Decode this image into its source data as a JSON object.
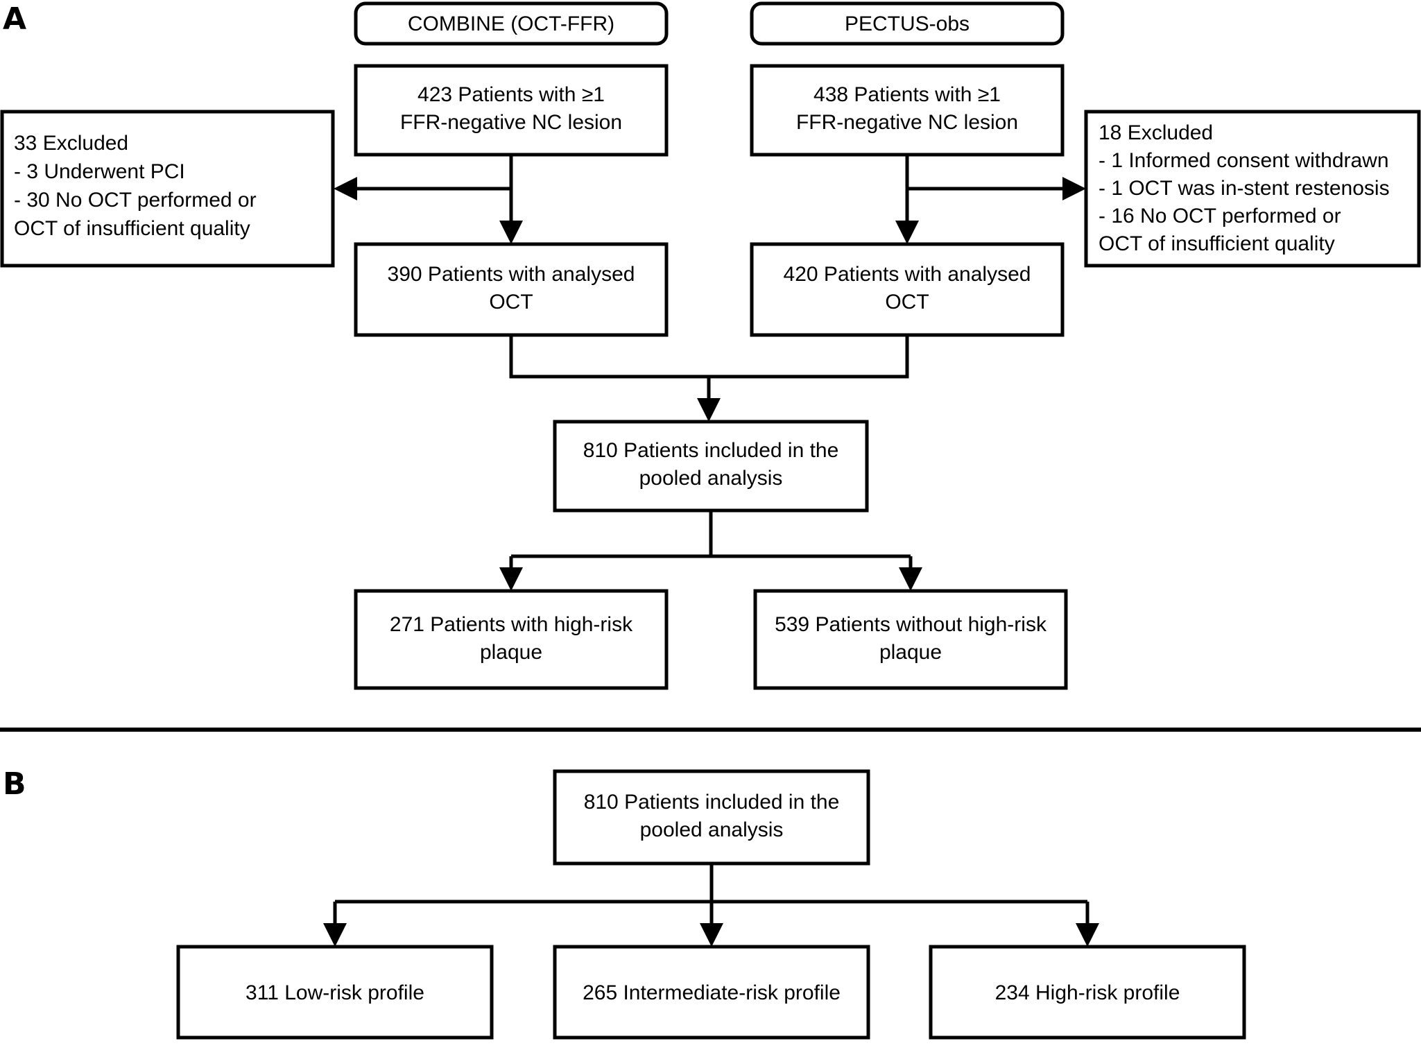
{
  "figure": {
    "panels": [
      {
        "letter": "A",
        "nodes": [
          {
            "id": "combine-study",
            "lines": [
              "COMBINE (OCT-FFR)"
            ]
          },
          {
            "id": "pectus-study",
            "lines": [
              "PECTUS-obs"
            ]
          },
          {
            "id": "combine-enrolled",
            "lines": [
              "423 Patients with ≥1",
              "FFR-negative NC lesion"
            ]
          },
          {
            "id": "pectus-enrolled",
            "lines": [
              "438 Patients with ≥1",
              "FFR-negative NC lesion"
            ]
          },
          {
            "id": "combine-excluded",
            "lines": [
              "33 Excluded",
              "- 3 Underwent PCI",
              "- 30 No OCT performed or",
              "OCT of insufficient quality"
            ]
          },
          {
            "id": "pectus-excluded",
            "lines": [
              "18 Excluded",
              "- 1 Informed consent withdrawn",
              "- 1 OCT was in-stent restenosis",
              "- 16 No OCT performed or",
              "OCT of insufficient quality"
            ]
          },
          {
            "id": "combine-analysed",
            "lines": [
              "390 Patients with analysed",
              "OCT"
            ]
          },
          {
            "id": "pectus-analysed",
            "lines": [
              "420 Patients with analysed",
              "OCT"
            ]
          },
          {
            "id": "pooled-analysis",
            "lines": [
              "810 Patients included in the",
              "pooled analysis"
            ]
          },
          {
            "id": "high-risk-plaque",
            "lines": [
              "271 Patients with high-risk",
              "plaque"
            ]
          },
          {
            "id": "no-high-risk-plaque",
            "lines": [
              "539 Patients without high-risk",
              "plaque"
            ]
          }
        ]
      },
      {
        "letter": "B",
        "nodes": [
          {
            "id": "pooled-analysis-b",
            "lines": [
              "810 Patients included in the",
              "pooled analysis"
            ]
          },
          {
            "id": "low-risk-profile",
            "lines": [
              "311 Low-risk profile"
            ]
          },
          {
            "id": "intermediate-risk-profile",
            "lines": [
              "265 Intermediate-risk profile"
            ]
          },
          {
            "id": "high-risk-profile",
            "lines": [
              "234 High-risk profile"
            ]
          }
        ]
      }
    ]
  },
  "text": {
    "panel_a_letter": "A",
    "panel_b_letter": "B",
    "combine_study": "COMBINE (OCT-FFR)",
    "pectus_study": "PECTUS-obs",
    "combine_enrolled_l1": "423 Patients with ≥1",
    "combine_enrolled_l2": "FFR-negative NC lesion",
    "pectus_enrolled_l1": "438 Patients with ≥1",
    "pectus_enrolled_l2": "FFR-negative NC lesion",
    "combine_excluded_l1": "33 Excluded",
    "combine_excluded_l2": "- 3 Underwent PCI",
    "combine_excluded_l3": "- 30 No OCT performed or",
    "combine_excluded_l4": "OCT of insufficient quality",
    "pectus_excluded_l1": "18 Excluded",
    "pectus_excluded_l2": "- 1 Informed consent withdrawn",
    "pectus_excluded_l3": "- 1 OCT was in-stent restenosis",
    "pectus_excluded_l4": "- 16 No OCT performed or",
    "pectus_excluded_l5": "OCT of insufficient quality",
    "combine_analysed_l1": "390 Patients with analysed",
    "combine_analysed_l2": "OCT",
    "pectus_analysed_l1": "420 Patients with analysed",
    "pectus_analysed_l2": "OCT",
    "pooled_a_l1": "810 Patients included in the",
    "pooled_a_l2": "pooled analysis",
    "high_risk_plaque_l1": "271 Patients with high-risk",
    "high_risk_plaque_l2": "plaque",
    "no_high_risk_plaque_l1": "539 Patients without high-risk",
    "no_high_risk_plaque_l2": "plaque",
    "pooled_b_l1": "810 Patients included in the",
    "pooled_b_l2": "pooled analysis",
    "low_risk_profile": "311 Low-risk profile",
    "intermediate_risk_profile": "265 Intermediate-risk profile",
    "high_risk_profile": "234 High-risk profile"
  },
  "colors": {
    "stroke": "#000000",
    "fill": "#ffffff",
    "background": "#ffffff"
  }
}
